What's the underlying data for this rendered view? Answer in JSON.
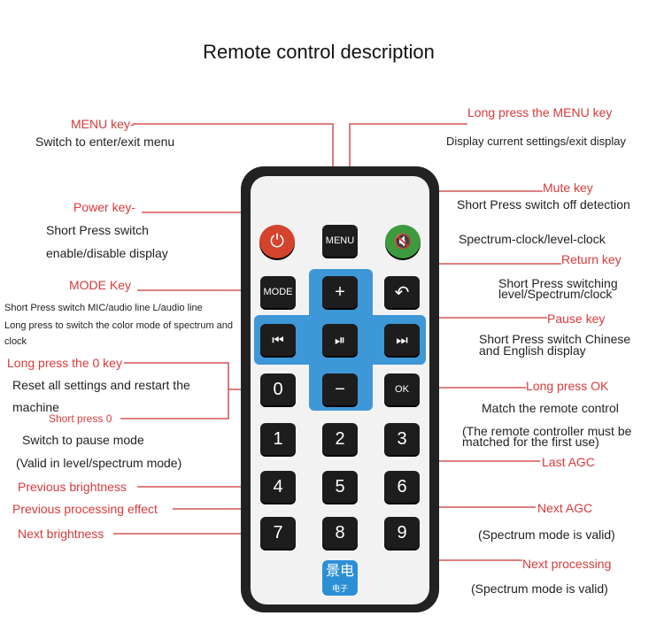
{
  "title": "Remote control description",
  "left": {
    "menu_key": "MENU key-",
    "menu_desc": "Switch to enter/exit menu",
    "power_key": "Power key-",
    "power_desc1": "Short Press switch",
    "power_desc2": "enable/disable display",
    "mode_key": "MODE Key",
    "mode_desc1": "Short Press switch MIC/audio line L/audio line",
    "mode_desc2": "Long press to switch the color mode of spectrum and",
    "mode_desc3": "clock",
    "zero_long": "Long press the 0 key",
    "zero_reset1": "Reset all settings and restart the",
    "zero_reset2": "machine",
    "zero_short": "Short press 0",
    "zero_pause": "Switch to pause mode",
    "zero_valid": "(Valid in level/spectrum mode)",
    "prev_bright": "Previous brightness",
    "prev_effect": "Previous processing effect",
    "next_bright": "Next brightness"
  },
  "right": {
    "long_menu": "Long press the MENU key",
    "long_menu_desc": "Display current settings/exit display",
    "mute_key": "Mute key",
    "mute_desc": "Short Press switch off detection",
    "spectrum_clock": "Spectrum-clock/level-clock",
    "return_key": "Return key",
    "return_desc1": "Short Press switching",
    "return_desc2": "level/Spectrum/clock",
    "pause_key": "Pause key",
    "pause_desc1": "Short Press switch Chinese",
    "pause_desc2": "and English display",
    "ok_key": "Long press OK",
    "ok_desc": "Match the remote control",
    "ok_note1": "(The remote controller must be",
    "ok_note2": "matched for the first use)",
    "last_agc": "Last AGC",
    "next_agc": "Next AGC",
    "spectrum_valid1": "(Spectrum mode is valid)",
    "next_processing": "Next processing",
    "spectrum_valid2": "(Spectrum mode is valid)"
  },
  "remote": {
    "menu": "MENU",
    "mode": "MODE",
    "plus": "+",
    "minus": "−",
    "prev": "⏮",
    "play": "⏯",
    "next": "⏭",
    "ok": "OK",
    "back": "↶",
    "power": "⏻",
    "mute": "🔇",
    "digits": [
      "0",
      "1",
      "2",
      "3",
      "4",
      "5",
      "6",
      "7",
      "8",
      "9"
    ],
    "logo_main": "景电",
    "logo_sub": "电子"
  },
  "colors": {
    "label_red": "#d83a3a",
    "dpad_blue": "#3e97d6",
    "power_red": "#d4432c",
    "mute_green": "#3e9a3e",
    "body_black": "#222222"
  }
}
